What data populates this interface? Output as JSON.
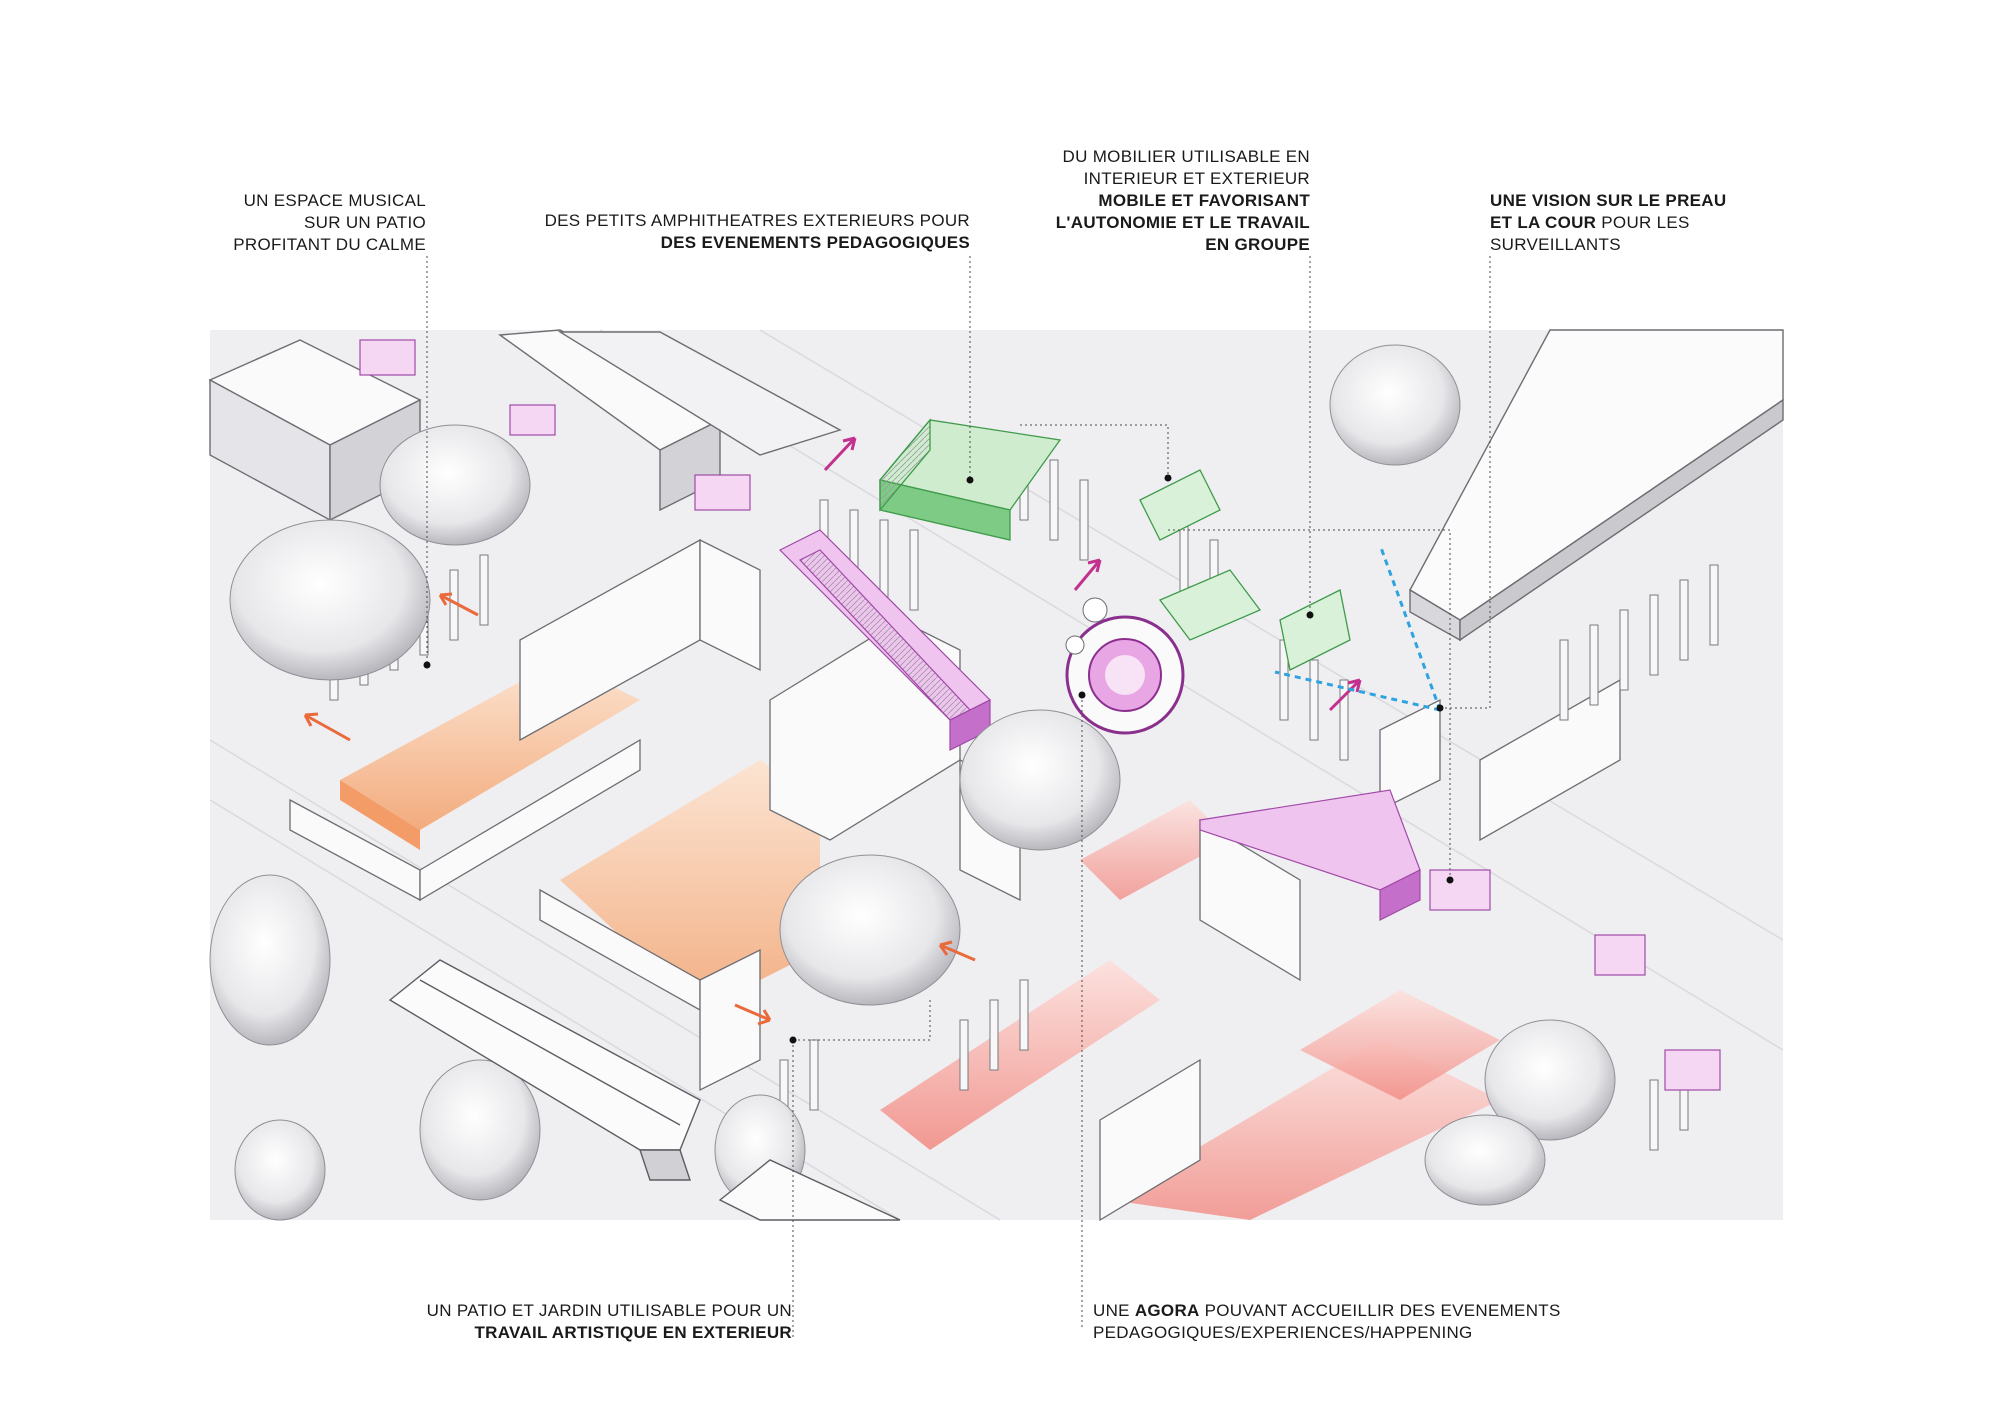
{
  "annotations": {
    "music": {
      "lines": [
        "UN ESPACE MUSICAL",
        "SUR UN PATIO",
        "PROFITANT DU CALME"
      ]
    },
    "amphi": {
      "line1": "DES PETITS AMPHITHEATRES EXTERIEURS POUR",
      "line2_bold": "DES EVENEMENTS PEDAGOGIQUES"
    },
    "mobilier": {
      "line1": "DU MOBILIER UTILISABLE EN",
      "line2": "INTERIEUR ET EXTERIEUR",
      "line3_bold": "MOBILE ET FAVORISANT",
      "line4_bold": "L'AUTONOMIE ET LE TRAVAIL",
      "line5_bold": "EN GROUPE"
    },
    "vision": {
      "line1_bold": "UNE VISION SUR LE PREAU",
      "line2_bold": "ET LA COUR",
      "line2_rest": " POUR LES",
      "line3": "SURVEILLANTS"
    },
    "patio": {
      "line1": "UN PATIO ET JARDIN UTILISABLE POUR UN",
      "line2_bold": "TRAVAIL ARTISTIQUE EN EXTERIEUR"
    },
    "agora": {
      "line1_pre": "UNE ",
      "line1_bold": "AGORA",
      "line1_post": " POUVANT ACCUEILLIR DES EVENEMENTS",
      "line2": "PEDAGOGIQUES/EXPERIENCES/HAPPENING"
    }
  },
  "colors": {
    "orange_zone": "#f7c9a6",
    "red_zone": "#f6b3ad",
    "green_furniture": "#5fbf6a",
    "pink_furniture": "#c46fc9",
    "blue_sightline": "#2ea3df",
    "orange_arrow": "#ea6a3c",
    "pink_arrow": "#c2318e"
  }
}
